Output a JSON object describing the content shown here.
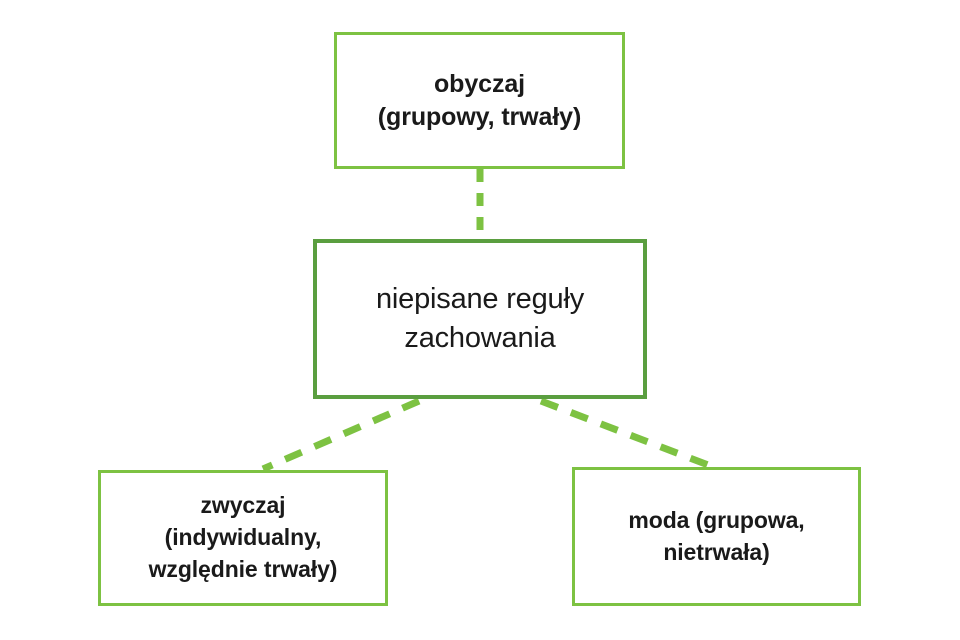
{
  "diagram": {
    "type": "hierarchy-tree",
    "background_color": "#ffffff",
    "text_color": "#1a1a1a",
    "nodes": [
      {
        "id": "obyczaj",
        "label": "obyczaj\n(grupowy, trwały)",
        "level": "top",
        "border_color": "#7DC242"
      },
      {
        "id": "reguly",
        "label": "niepisane reguły\nzachowania",
        "level": "middle",
        "border_color": "#5A9E3F"
      },
      {
        "id": "zwyczaj",
        "label": "zwyczaj\n(indywidualny,\nwzględnie trwały)",
        "level": "bottom-left",
        "border_color": "#7DC242"
      },
      {
        "id": "moda",
        "label": "moda (grupowa,\nnietrwała)",
        "level": "bottom-right",
        "border_color": "#7DC242"
      }
    ],
    "connectors": [
      {
        "id": "obyczaj-to-reguly",
        "from": "obyczaj",
        "to": "reguly",
        "style": "dashed",
        "color": "#7DC242"
      },
      {
        "id": "reguly-to-zwyczaj",
        "from": "reguly",
        "to": "zwyczaj",
        "style": "dashed",
        "color": "#7DC242"
      },
      {
        "id": "reguly-to-moda",
        "from": "reguly",
        "to": "moda",
        "style": "dashed",
        "color": "#7DC242"
      }
    ]
  }
}
